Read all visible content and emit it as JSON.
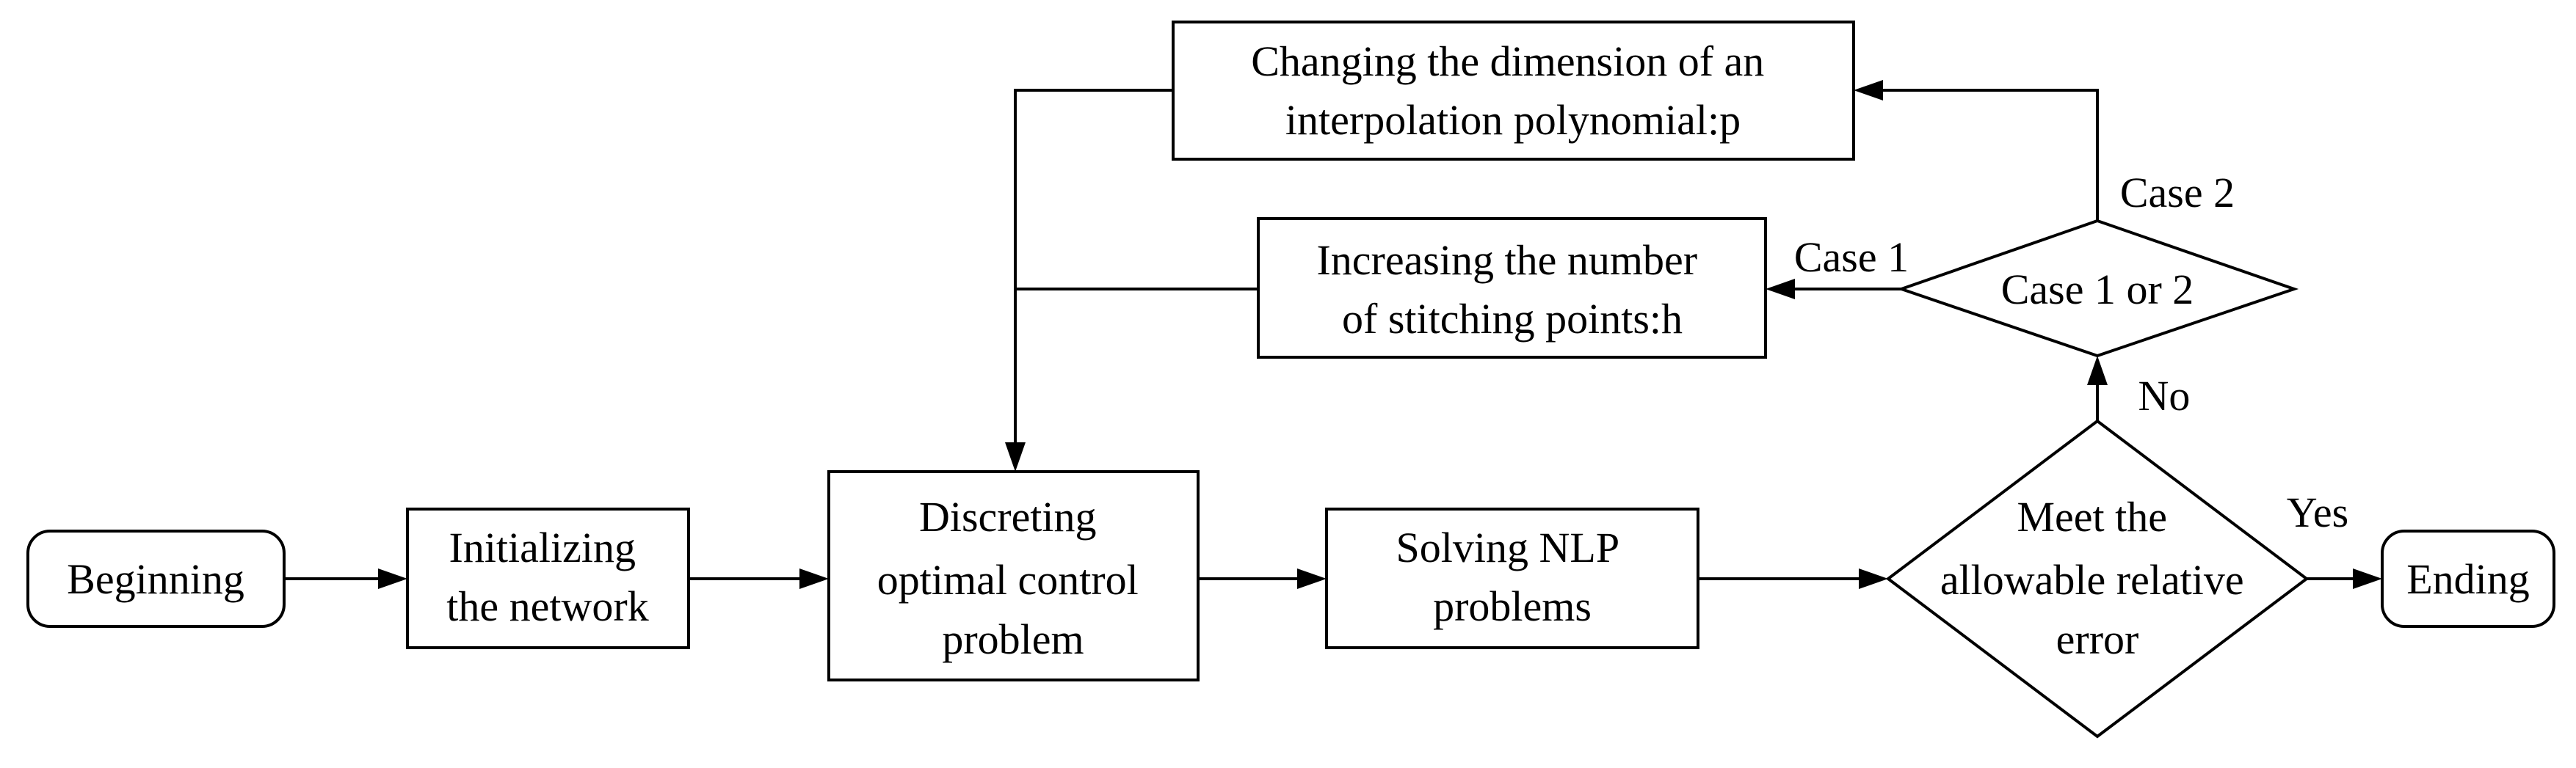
{
  "nodes": {
    "beginning": {
      "lines": [
        "Beginning"
      ]
    },
    "initializing": {
      "lines": [
        "Initializing",
        "the network"
      ]
    },
    "discreting": {
      "lines": [
        "Discreting",
        "optimal control",
        "problem"
      ]
    },
    "solving": {
      "lines": [
        "Solving NLP",
        "problems"
      ]
    },
    "meet": {
      "lines": [
        "Meet the",
        "allowable relative",
        "error"
      ]
    },
    "ending": {
      "lines": [
        "Ending"
      ]
    },
    "case_decision": {
      "lines": [
        "Case 1 or 2"
      ]
    },
    "increasing": {
      "lines": [
        "Increasing the number",
        "of stitching points:h"
      ]
    },
    "changing": {
      "lines": [
        "Changing the dimension of an",
        "interpolation polynomial:p"
      ]
    }
  },
  "edge_labels": {
    "yes": "Yes",
    "no": "No",
    "case1": "Case 1",
    "case2": "Case 2"
  }
}
